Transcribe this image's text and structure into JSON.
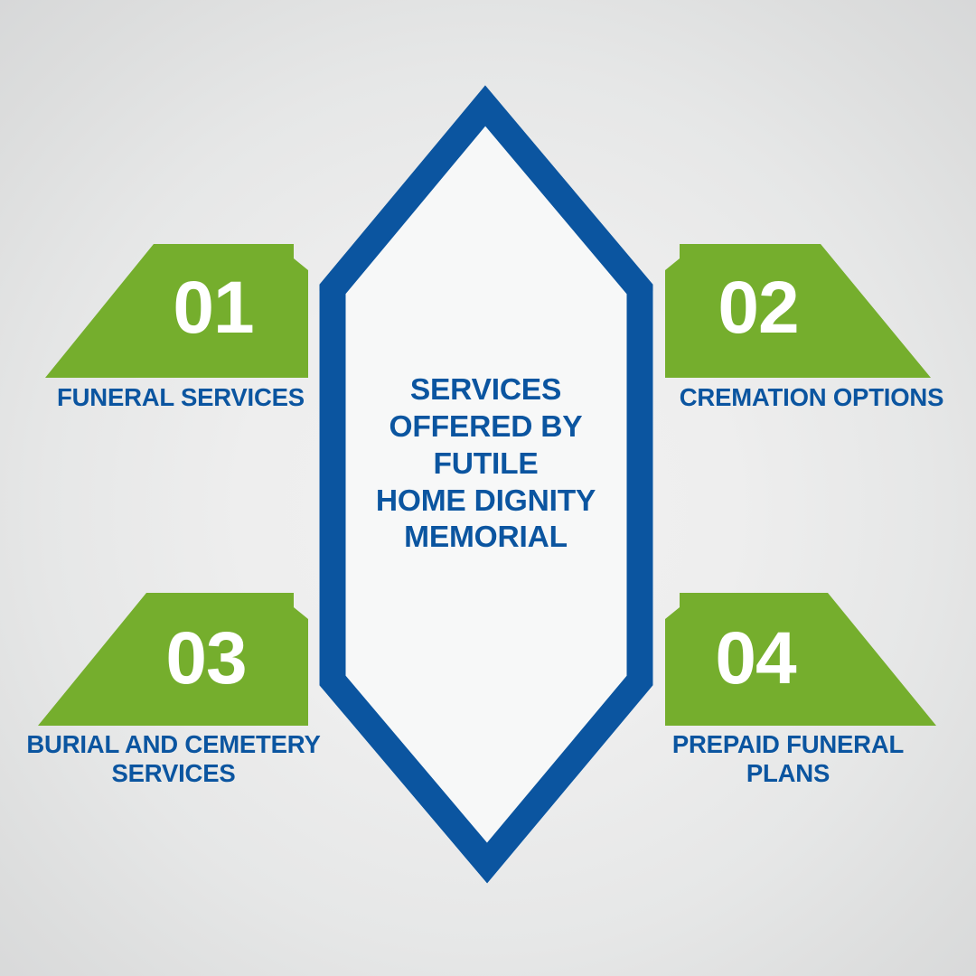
{
  "infographic": {
    "title_lines": "SERVICES\nOFFERED BY\nFUTILE\nHOME DIGNITY\nMEMORIAL",
    "colors": {
      "green": "#75ae2d",
      "blue": "#0b55a0",
      "white": "#ffffff",
      "hex_fill": "#f7f8f8",
      "background_light": "#f1f1f1",
      "background_dark": "#d4d5d6"
    },
    "steps": [
      {
        "number": "01",
        "label": "FUNERAL SERVICES"
      },
      {
        "number": "02",
        "label": "CREMATION OPTIONS"
      },
      {
        "number": "03",
        "label": "BURIAL AND CEMETERY\nSERVICES"
      },
      {
        "number": "04",
        "label": "PREPAID FUNERAL\nPLANS"
      }
    ]
  },
  "chart_data": {
    "type": "diagram",
    "title": "SERVICES OFFERED BY FUTILE HOME DIGNITY MEMORIAL",
    "layout": "central-hexagon-with-four-quadrant-trapezoids",
    "categories": [
      "01",
      "02",
      "03",
      "04"
    ],
    "labels": [
      "FUNERAL SERVICES",
      "CREMATION OPTIONS",
      "BURIAL AND CEMETERY SERVICES",
      "PREPAID FUNERAL PLANS"
    ],
    "legend": "none",
    "grid": false
  }
}
